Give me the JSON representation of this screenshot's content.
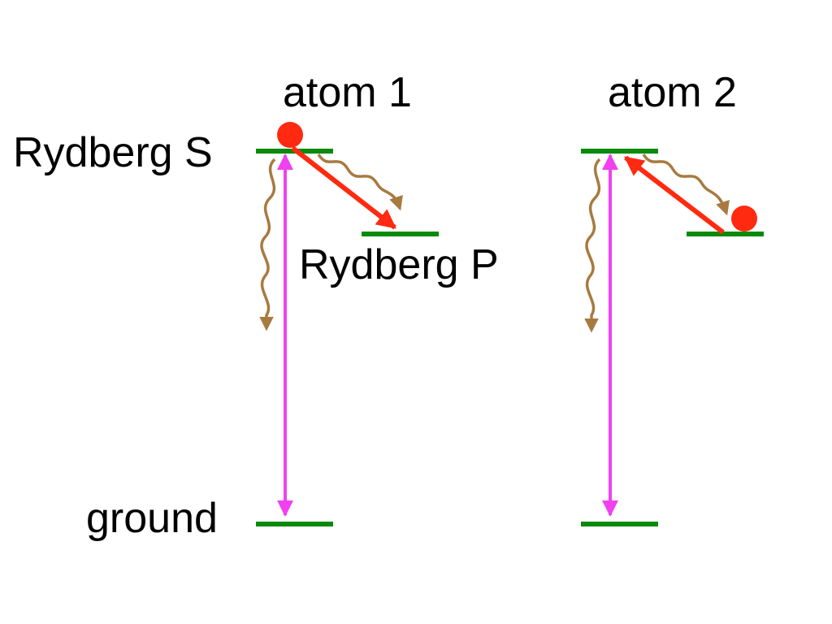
{
  "labels": {
    "atom1": "atom 1",
    "atom2": "atom 2",
    "rydberg_s": "Rydberg S",
    "rydberg_p": "Rydberg P",
    "ground": "ground"
  },
  "colors": {
    "level": "#0a8a0a",
    "laser": "#f040f0",
    "transfer": "#ff2a10",
    "decay": "#a87a40",
    "population": "#ff2a10"
  }
}
